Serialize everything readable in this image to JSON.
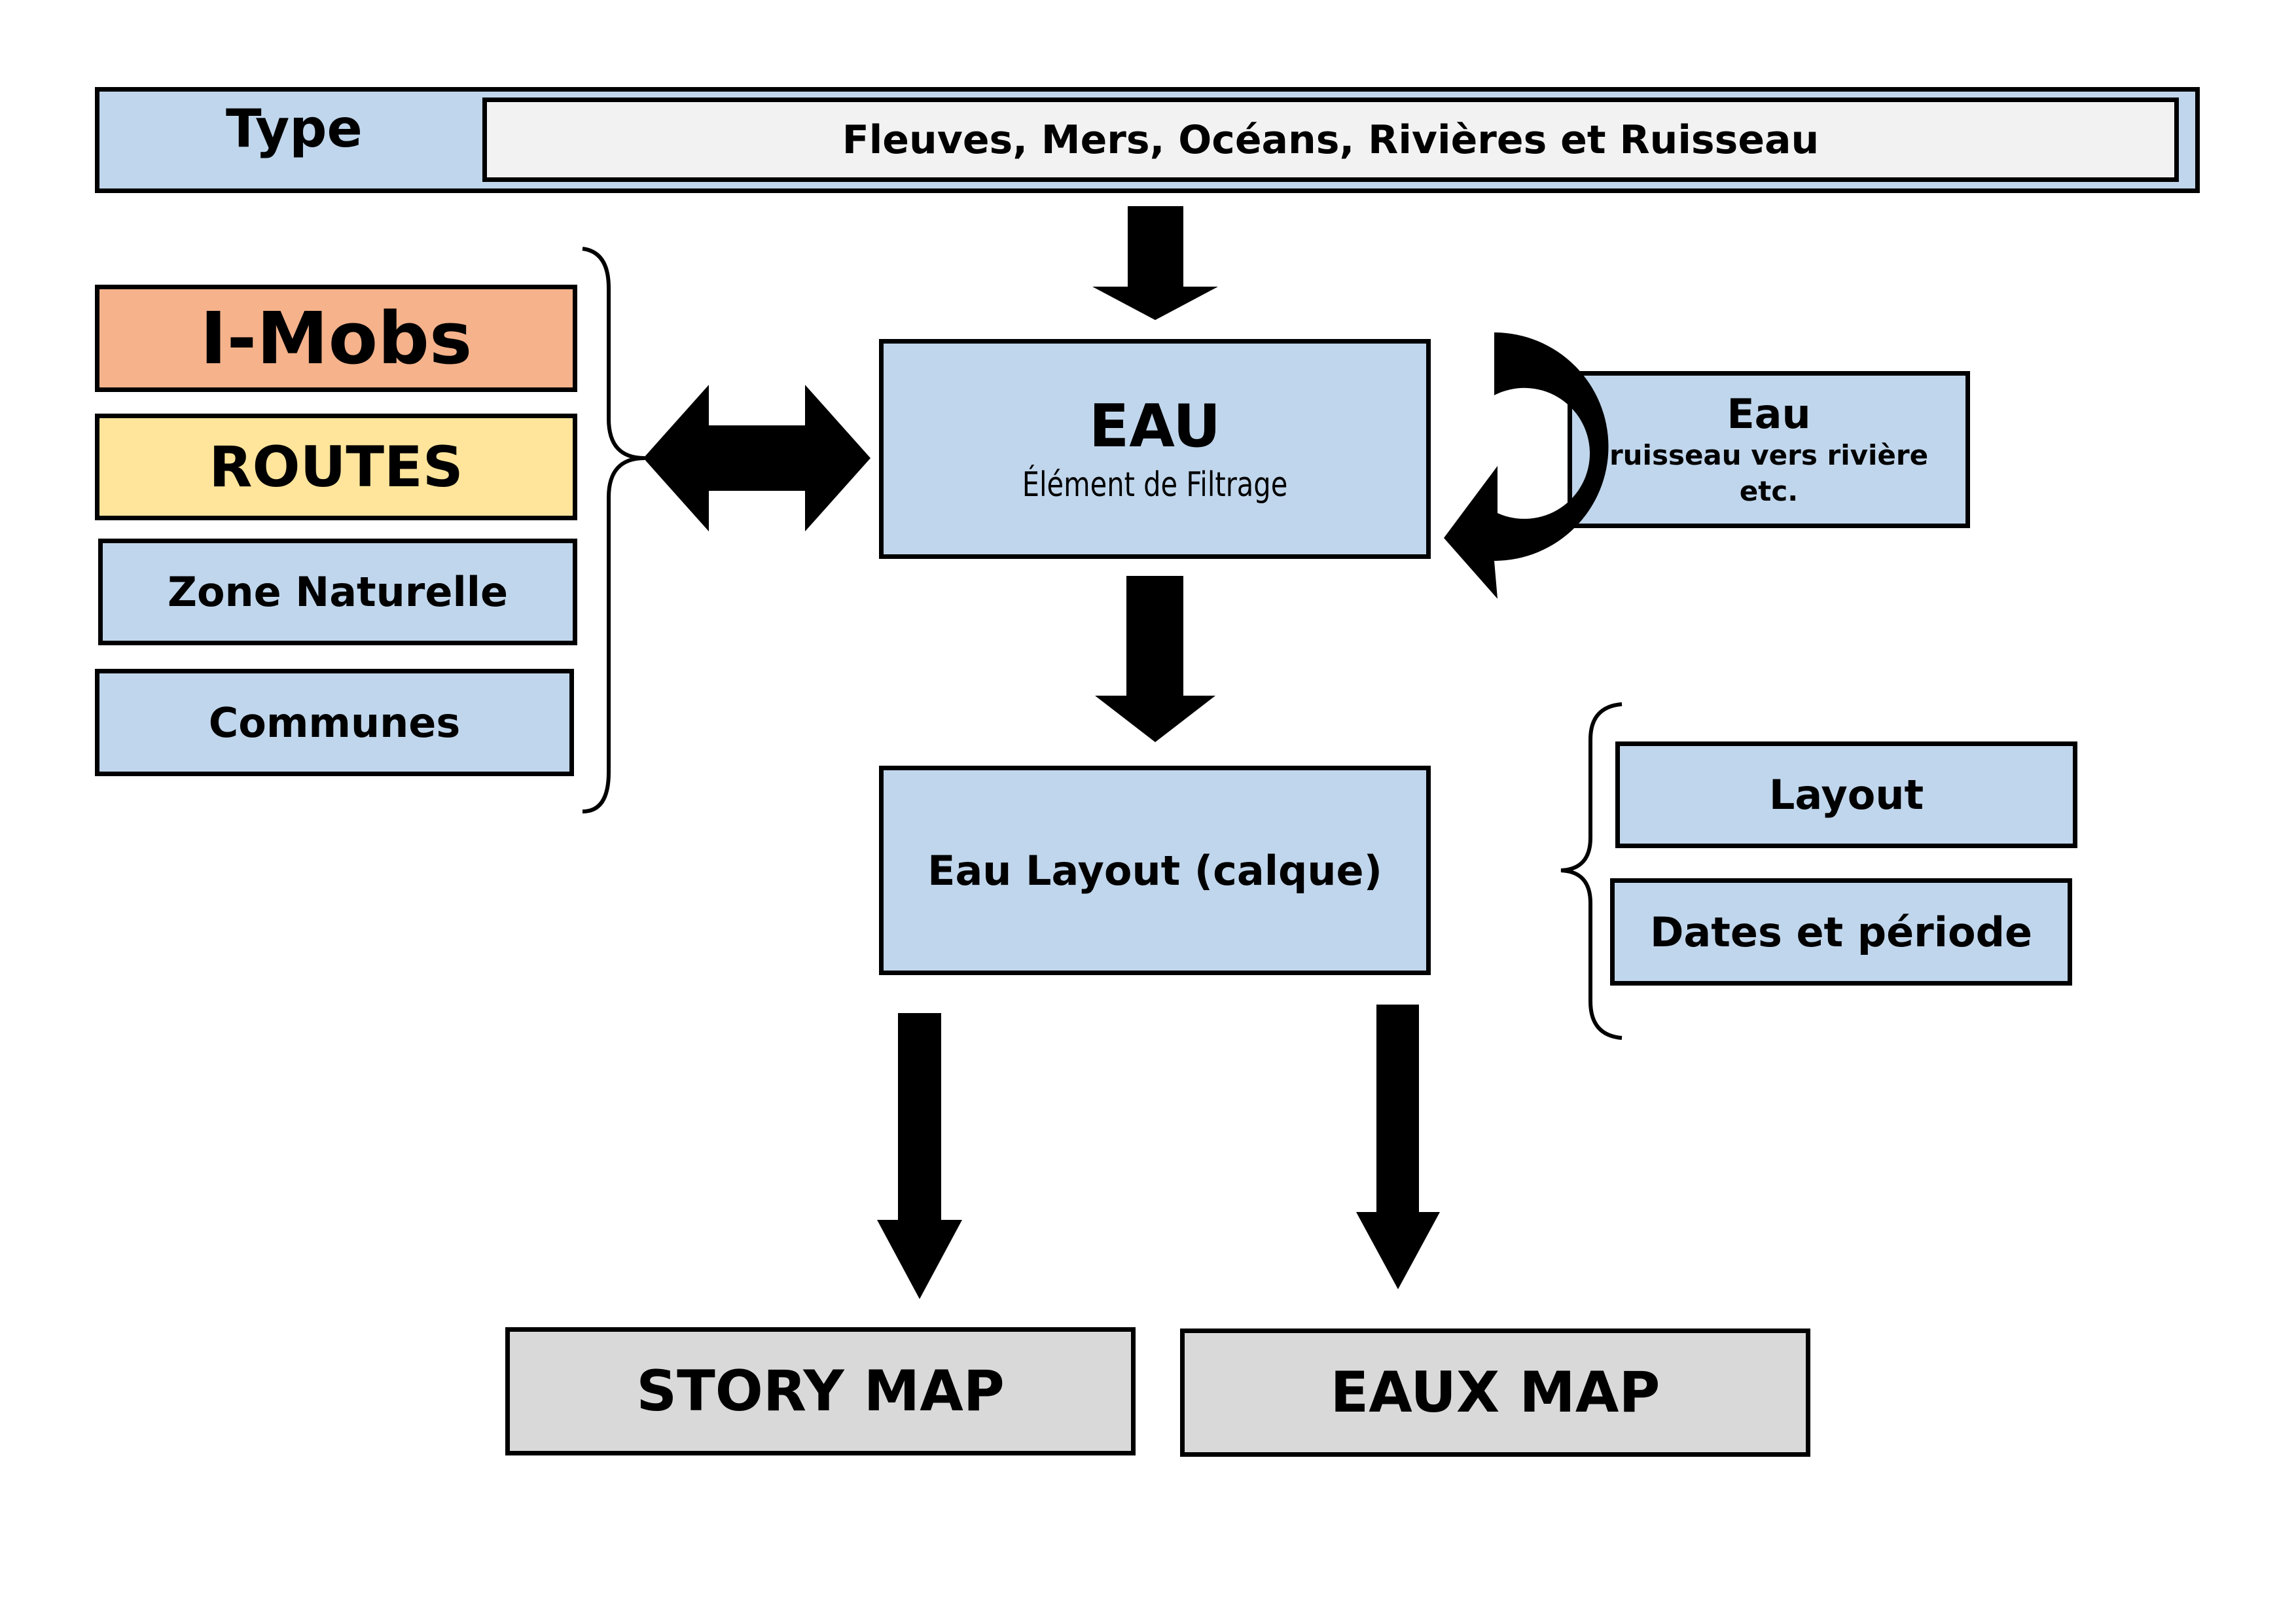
{
  "header": {
    "type_label": "Type",
    "type_value": "Fleuves, Mers, Océans, Rivières et Ruisseau"
  },
  "left_items": {
    "imobs": "I-Mobs",
    "routes": "ROUTES",
    "zone": "Zone Naturelle",
    "communes": "Communes"
  },
  "center": {
    "eau_title": "EAU",
    "eau_subtitle": "Élément de Filtrage",
    "layout_box": "Eau Layout (calque)"
  },
  "right": {
    "eau_title": "Eau",
    "eau_text": "ruisseau vers rivière etc.",
    "layout": "Layout",
    "dates": "Dates et période"
  },
  "outputs": {
    "story_map": "STORY MAP",
    "eaux_map": "EAUX MAP"
  },
  "colors": {
    "blue": "#c0d6ec",
    "orange": "#f5b28b",
    "yellow": "#fee59b",
    "grey": "#d9d9d9",
    "light": "#f2f2f2"
  }
}
